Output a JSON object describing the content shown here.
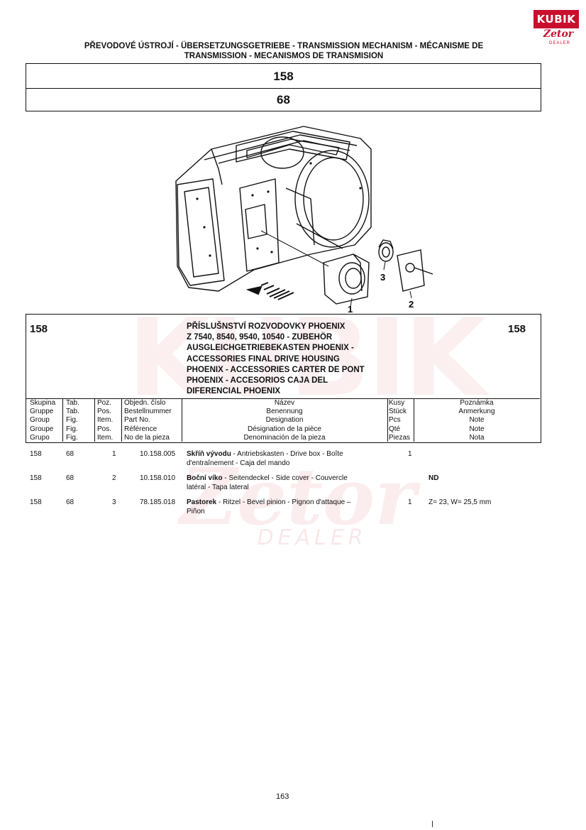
{
  "logo": {
    "brand": "KUBIK",
    "sub": "Zetor",
    "tag": "DEALER"
  },
  "header": {
    "title_line1": "PŘEVODOVÉ ÚSTROJÍ - ÜBERSETZUNGSGETRIEBE - TRANSMISSION MECHANISM - MÉCANISME DE",
    "title_line2": "TRANSMISSION - MECANISMOS DE TRANSMISION",
    "group": "158",
    "table": "68"
  },
  "figure": {
    "callouts": [
      "1",
      "2",
      "3"
    ]
  },
  "section": {
    "group_left": "158",
    "group_right": "158",
    "description": [
      "PŘÍSLUŠNSTVÍ ROZVODOVKY PHOENIX",
      "Z 7540, 8540, 9540, 10540 - ZUBEHÖR",
      "AUSGLEICHGETRIEBEKASTEN PHOENIX -",
      "ACCESSORIES FINAL DRIVE HOUSING",
      "PHOENIX - ACCESSORIES CARTER DE PONT",
      "PHOENIX - ACCESORIOS CAJA DEL",
      "DIFERENCIAL PHOENIX"
    ]
  },
  "columns": {
    "group": [
      "Skupina",
      "Gruppe",
      "Group",
      "Groupe",
      "Grupo"
    ],
    "tab": [
      "Tab.",
      "Tab.",
      "Fig.",
      "Fig.",
      "Fig."
    ],
    "pos": [
      "Poz.",
      "Pos.",
      "Item.",
      "Pos.",
      "Item."
    ],
    "part": [
      "Objedn. číslo",
      "Bestellnummer",
      "Part No.",
      "Référence",
      "No de la pieza"
    ],
    "name": [
      "Název",
      "Benennung",
      "Designation",
      "Désignation de la pièce",
      "Denominación de la pieza"
    ],
    "qty": [
      "Kusy",
      "Stück",
      "Pcs",
      "Qté",
      "Piezas"
    ],
    "note": [
      "Poznámka",
      "Anmerkung",
      "Note",
      "Note",
      "Nota"
    ]
  },
  "items": [
    {
      "group": "158",
      "tab": "68",
      "pos": "1",
      "part": "10.158.005",
      "name_bold": "Skříň vývodu",
      "name_rest_1": " - Antriebskasten - Drive box - Boîte",
      "name_line2": "d'entraînement - Caja del mando",
      "qty": "1",
      "note": ""
    },
    {
      "group": "158",
      "tab": "68",
      "pos": "2",
      "part": "10.158.010",
      "name_bold": "Boční víko",
      "name_rest_1": " - Seitendeckel - Side cover - Couvercle",
      "name_line2": "latéral - Tapa lateral",
      "qty": "",
      "note": "ND"
    },
    {
      "group": "158",
      "tab": "68",
      "pos": "3",
      "part": "78.185.018",
      "name_bold": "Pastorek",
      "name_rest_1": " - Ritzel - Bevel pinion - Pignon d'attaque –",
      "name_line2": "Piñon",
      "qty": "1",
      "note": "Z= 23, W= 25,5 mm"
    }
  ],
  "footer": {
    "page": "163"
  }
}
